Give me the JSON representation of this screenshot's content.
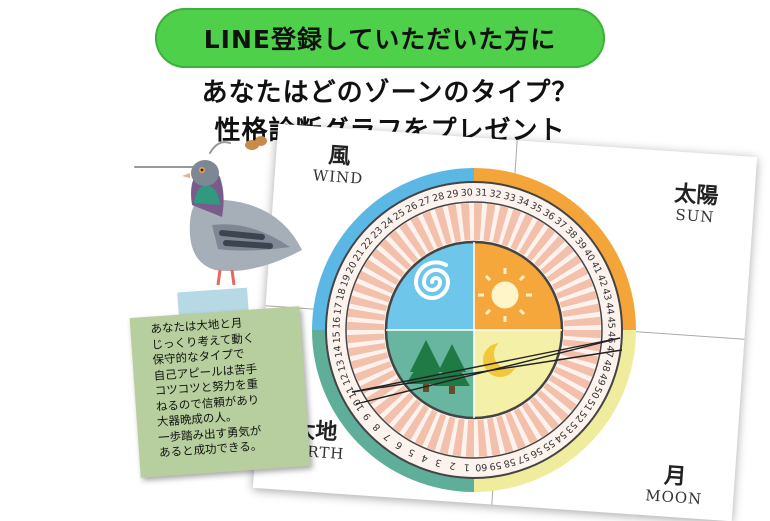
{
  "banner": {
    "text": "LINE登録していただいた方に"
  },
  "headline": {
    "line1": "あなたはどのゾーンのタイプ？",
    "line2": "性格診断グラフをプレゼント"
  },
  "zones": {
    "wind": {
      "kanji": "風",
      "en": "WIND"
    },
    "sun": {
      "kanji": "太陽",
      "en": "SUN"
    },
    "earth": {
      "kanji": "大地",
      "en": "EARTH"
    },
    "moon": {
      "kanji": "月",
      "en": "MOON"
    }
  },
  "wheel": {
    "numbers": [
      "1",
      "2",
      "3",
      "4",
      "5",
      "6",
      "7",
      "8",
      "9",
      "10",
      "11",
      "12",
      "13",
      "14",
      "15",
      "16",
      "17",
      "18",
      "19",
      "20",
      "21",
      "22",
      "23",
      "24",
      "25",
      "26",
      "27",
      "28",
      "29",
      "30",
      "31",
      "32",
      "33",
      "34",
      "35",
      "36",
      "37",
      "38",
      "39",
      "40",
      "41",
      "42",
      "43",
      "44",
      "45",
      "46",
      "47",
      "48",
      "49",
      "50",
      "51",
      "52",
      "53",
      "54",
      "55",
      "56",
      "57",
      "58",
      "59",
      "60"
    ]
  },
  "note": {
    "lines": [
      "あなたは大地と月",
      "じっくり考えて動く",
      "保守的なタイプで",
      "自己アピールは苦手",
      "コツコツと努力を重",
      "ねるので信頼があり",
      "大器晩成の人。",
      "一歩踏み出す勇気が",
      "あると成功できる。"
    ]
  },
  "colors": {
    "banner": "#4fd04a",
    "wind": "#5bb8e4",
    "sun": "#f4a53a",
    "earth": "#5fae99",
    "moon": "#f0ec9e",
    "note": "#b7cf9e"
  },
  "illustration": {
    "bird": "pigeon"
  }
}
